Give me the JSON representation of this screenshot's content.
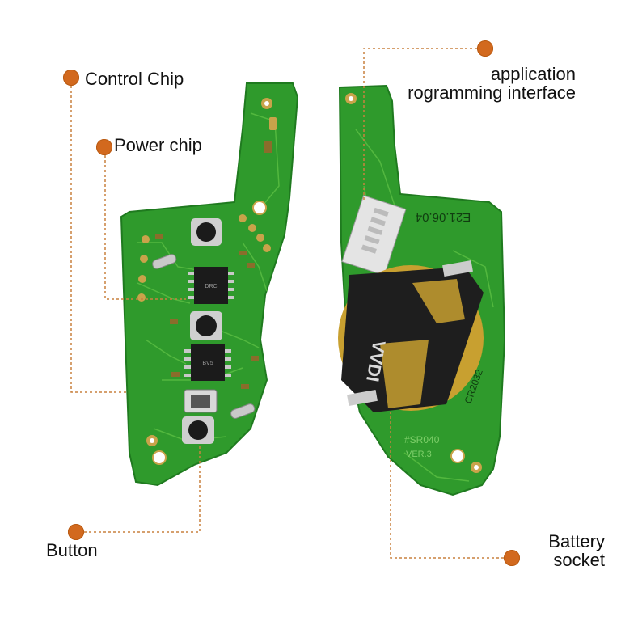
{
  "colors": {
    "pcb_green": "#2f9a2c",
    "pcb_edge": "#1f7a1f",
    "pad_gold": "#c9a34a",
    "chip_black": "#1b1b1b",
    "callout_dot": "#d2691e",
    "leader_line": "#c8813f",
    "battery_holder": "#c8a030",
    "battery_dark": "#1e1e1e"
  },
  "callouts": {
    "control_chip": "Control Chip",
    "power_chip": "Power chip",
    "button": "Button",
    "api_line1": "application",
    "api_line2": "rogramming interface",
    "battery_line1": "Battery",
    "battery_line2": "socket"
  },
  "board_markings": {
    "battery_text": "CR2032",
    "battery_brand": "VVDI",
    "model": "#SR040",
    "version": "VER.3",
    "date_code": "E21.06.04",
    "chip1_code": "DRC",
    "chip2_code": "BV5"
  }
}
